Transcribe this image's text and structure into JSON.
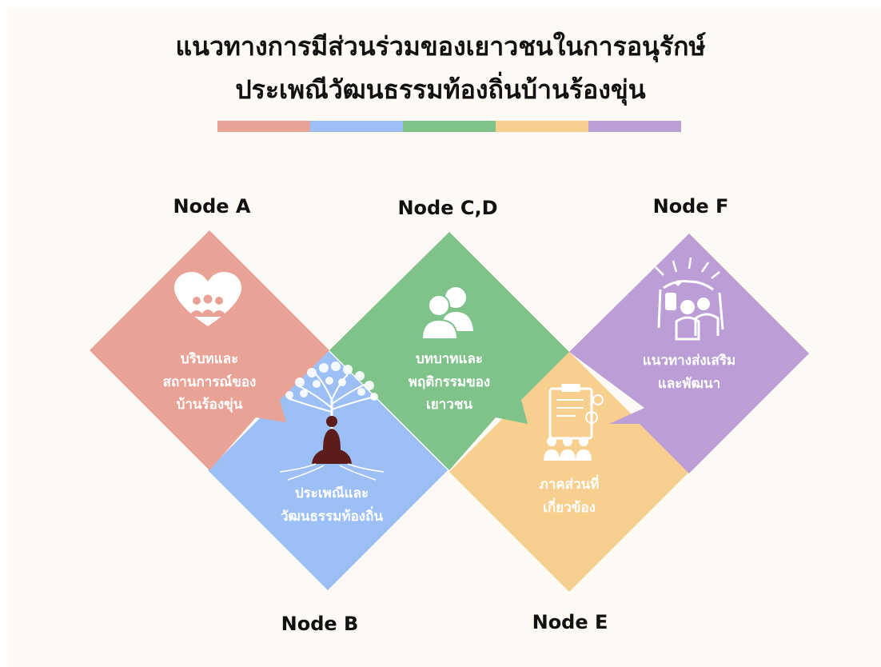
{
  "title": {
    "line1": "แนวทางการมีส่วนร่วมของเยาวชนในการอนุรักษ์",
    "line2": "ประเพณีวัฒนธรรมท้องถิ่นบ้านร้องขุ่น"
  },
  "color_bar": [
    "#e9a296",
    "#9cbff6",
    "#7fc28a",
    "#f7cf8e",
    "#bb9ed5"
  ],
  "nodes": {
    "a": {
      "label": "Node A",
      "color": "#e9a296",
      "text": [
        "บริบทและ",
        "สถานการณ์ของ",
        "บ้านร้องขุ่น"
      ],
      "icon": "heart-people-icon"
    },
    "b": {
      "label": "Node B",
      "color": "#9cbff6",
      "text": [
        "ประเพณีและ",
        "วัฒนธรรมท้องถิ่น"
      ],
      "icon": "meditating-tree-icon"
    },
    "cd": {
      "label": "Node C,D",
      "color": "#7fc28a",
      "text": [
        "บทบาทและ",
        "พฤติกรรมของ",
        "เยาวชน"
      ],
      "icon": "people-icon"
    },
    "e": {
      "label": "Node E",
      "color": "#f7cf8e",
      "text": [
        "ภาคส่วนที่",
        "เกี่ยวข้อง"
      ],
      "icon": "clipboard-group-icon"
    },
    "f": {
      "label": "Node F",
      "color": "#bb9ed5",
      "text": [
        "แนวทางส่งเสริม",
        "และพัฒนา"
      ],
      "icon": "celebrating-group-icon"
    }
  }
}
